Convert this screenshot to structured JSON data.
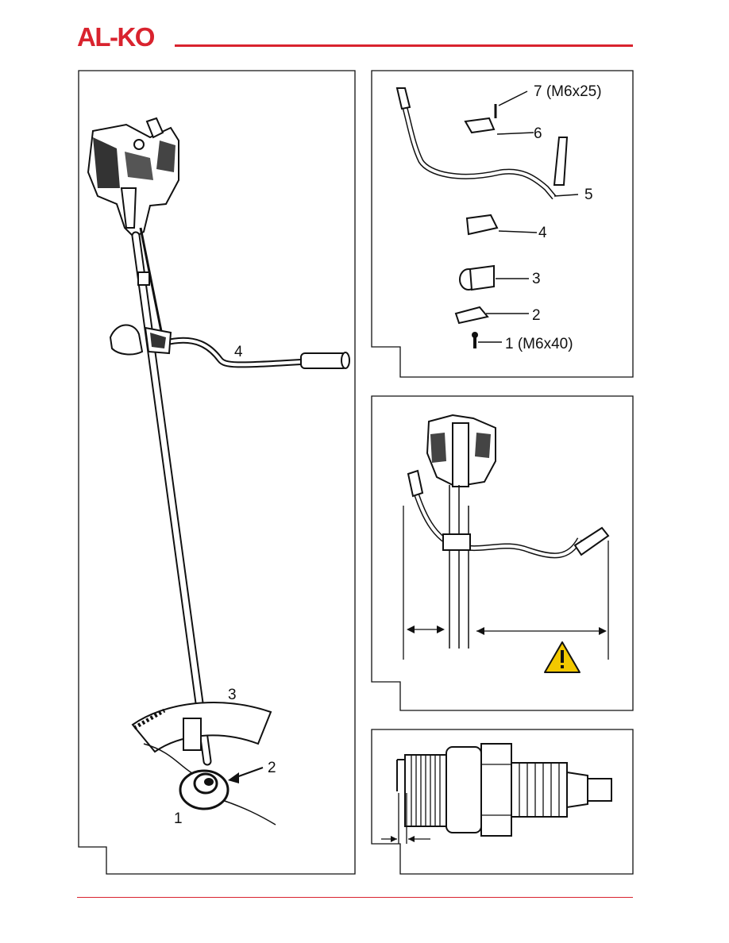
{
  "header": {
    "brand": "AL-KO",
    "brand_color": "#d9232e"
  },
  "fig_assembly": {
    "labels": {
      "shaft_head": "1",
      "nut": "2",
      "guard": "3",
      "handle": "4"
    }
  },
  "fig_parts": {
    "labels": {
      "screw_top": "7 (M6x25)",
      "cap": "6",
      "handlebar": "5",
      "clamp_top": "4",
      "sleeve": "3",
      "clamp_bottom": "2",
      "screw_bottom": "1 (M6x40)"
    }
  },
  "fig_distance": {
    "warning_icon": "warning-triangle-icon"
  },
  "fig_spark_plug": {
    "icon": "spark-plug-icon"
  }
}
